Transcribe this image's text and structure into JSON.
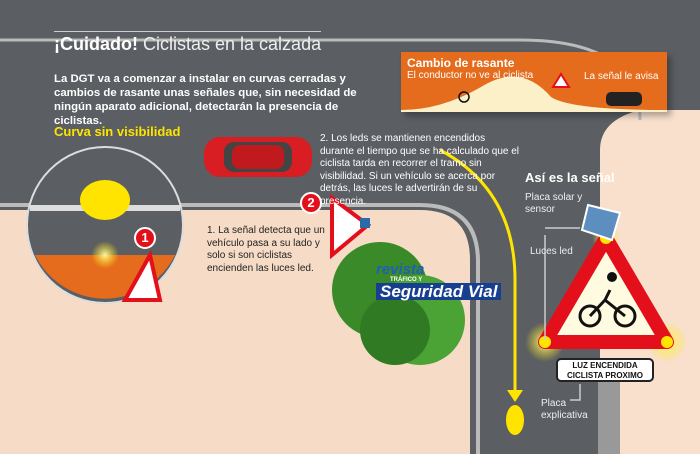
{
  "header": {
    "title_bold": "¡Cuidado!",
    "title_light": "Ciclistas en la calzada",
    "intro": "La DGT va a comenzar a instalar en curvas cerradas y  cambios de rasante unas señales que, sin necesidad de ningún aparato adicional, detectarán la presencia de ciclistas."
  },
  "curve": {
    "title": "Curva sin visibilidad",
    "step1": {
      "number": "1",
      "text": "1. La señal detecta que un vehículo pasa a su lado y solo si son ciclistas encienden las luces led."
    },
    "step2": {
      "number": "2",
      "text": "2. Los leds se mantienen encendidos durante el tiempo que se ha calculado que el ciclista tarda en recorrer el tramo sin visibilidad. Si un vehículo se acerca por detrás, las luces le advertirán de su presencia."
    }
  },
  "rasante": {
    "title": "Cambio de rasante",
    "subtitle": "El conductor no ve al ciclista",
    "signal_note": "La señal le avisa"
  },
  "sign": {
    "title": "Así es la señal",
    "solar": "Placa solar y sensor",
    "leds": "Luces led",
    "plate_label": "Placa explicativa",
    "plate_text_1": "LUZ ENCENDIDA",
    "plate_text_2": "CICLISTA PROXIMO"
  },
  "logo": {
    "revista": "revista",
    "trafico": "TRÁFICO Y",
    "name": "Seguridad Vial"
  },
  "colors": {
    "accent": "#ffe400",
    "orange": "#e56b1d",
    "red": "#e3101b"
  }
}
